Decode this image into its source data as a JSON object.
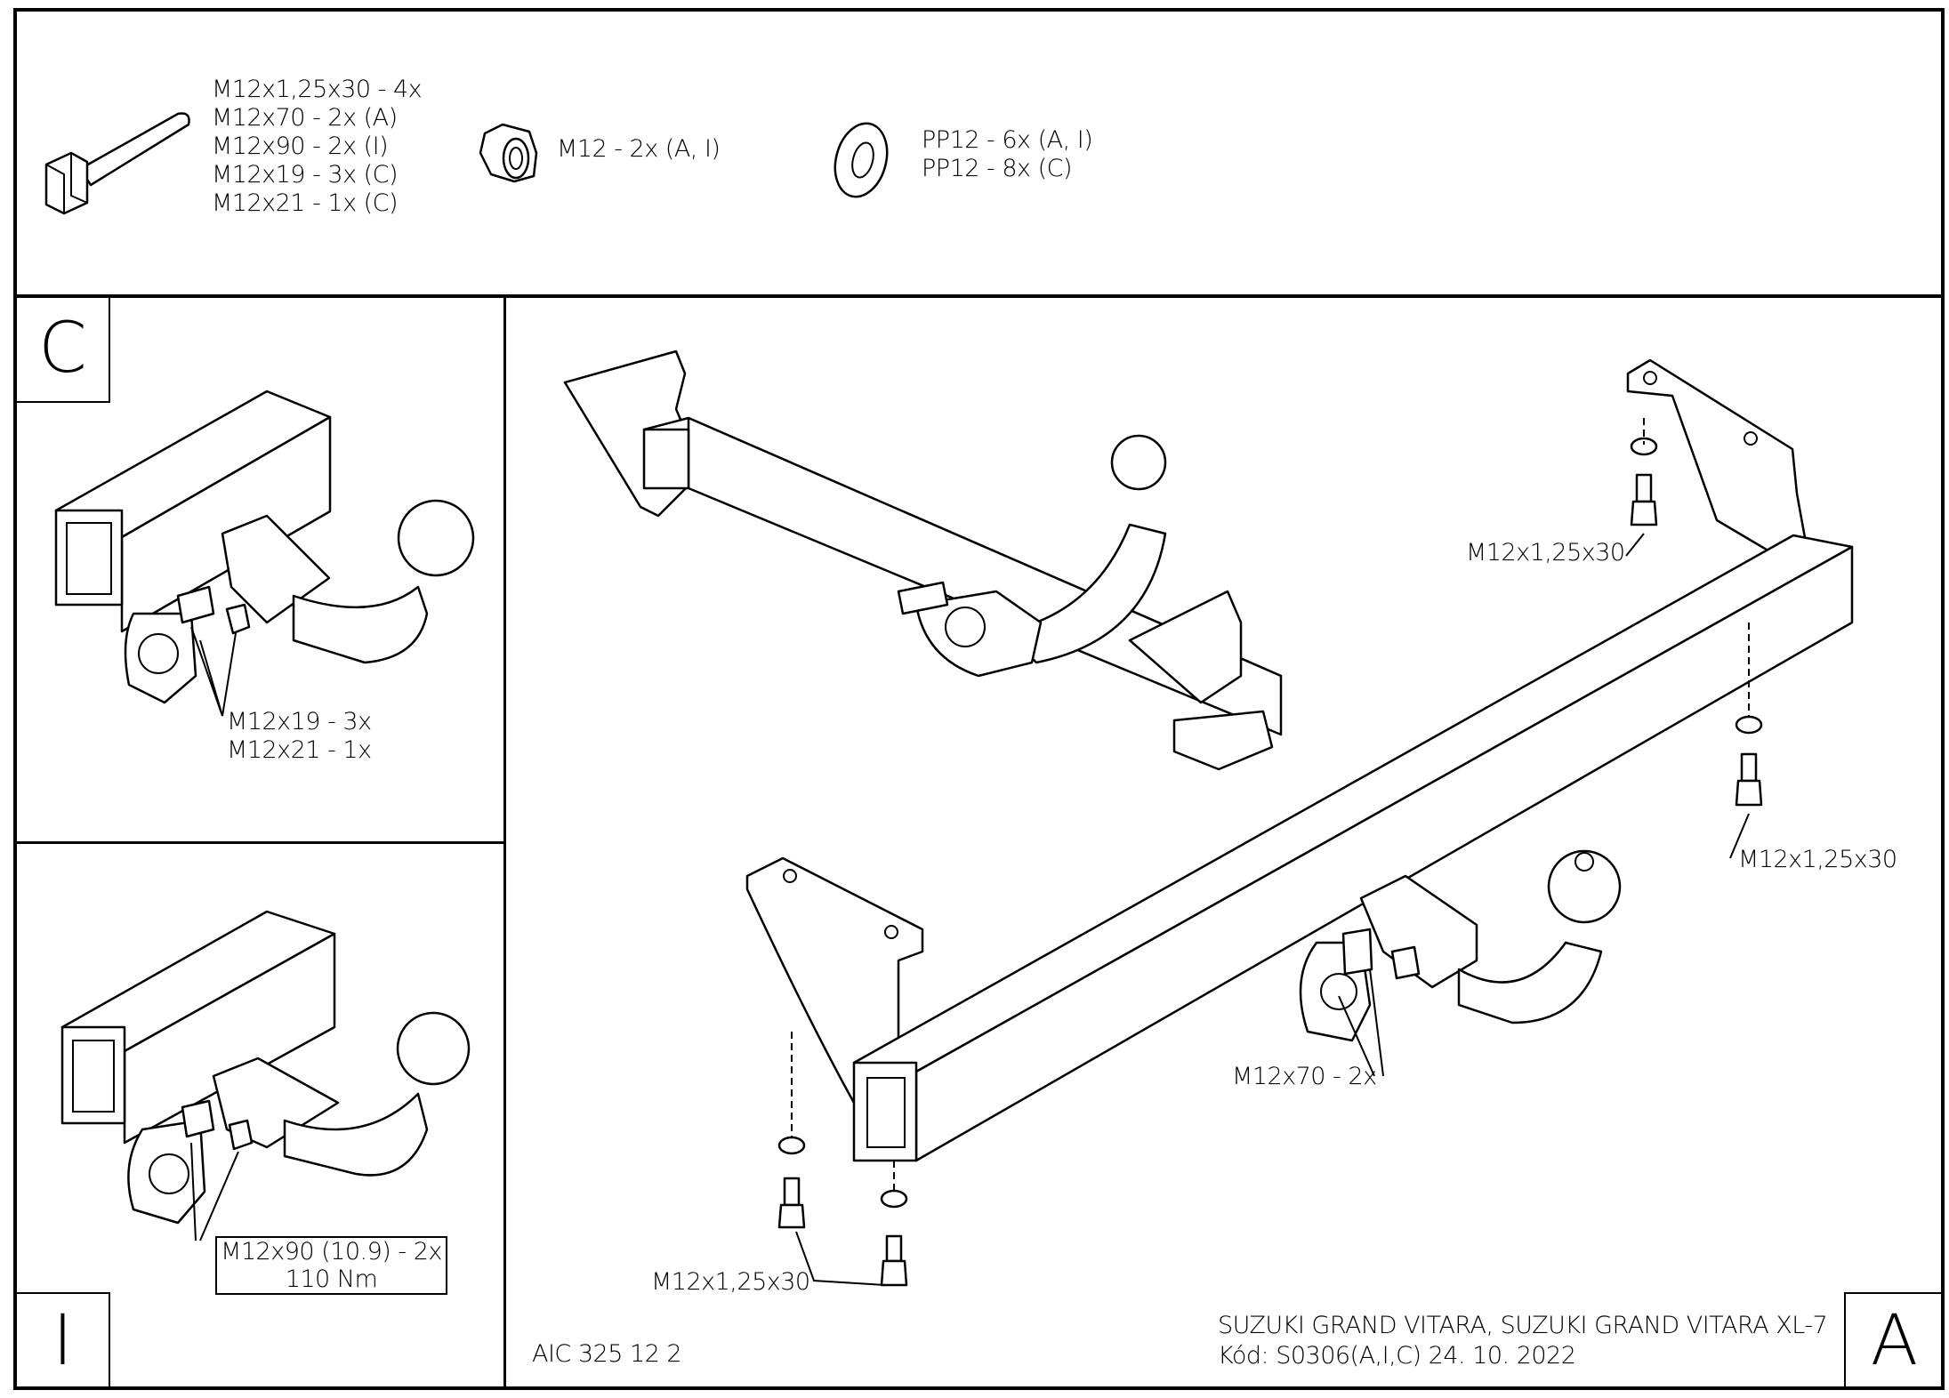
{
  "parts": {
    "bolts": [
      "M12x1,25x30 - 4x",
      "M12x70 - 2x (A)",
      "M12x90 - 2x (I)",
      "M12x19 - 3x (C)",
      "M12x21 - 1x (C)"
    ],
    "nut": "M12 - 2x (A, I)",
    "washers": [
      "PP12 - 6x (A, I)",
      "PP12 - 8x (C)"
    ]
  },
  "view_c": {
    "letter": "C",
    "labels": [
      "M12x19 - 3x",
      "M12x21 - 1x"
    ]
  },
  "view_i": {
    "letter": "I",
    "torque_box": [
      "M12x90 (10.9) - 2x",
      "110 Nm"
    ]
  },
  "view_a": {
    "letter": "A",
    "labels": {
      "bolt_top": "M12x1,25x30",
      "bolt_right": "M12x1,25x30",
      "ball_bolts": "M12x70 - 2x",
      "bolt_bottom": "M12x1,25x30"
    }
  },
  "footer": {
    "code": "AIC 325 12 2",
    "vehicle": "SUZUKI GRAND VITARA, SUZUKI GRAND VITARA XL-7",
    "kod": "Kód: S0306(A,I,C)  24. 10. 2022"
  }
}
